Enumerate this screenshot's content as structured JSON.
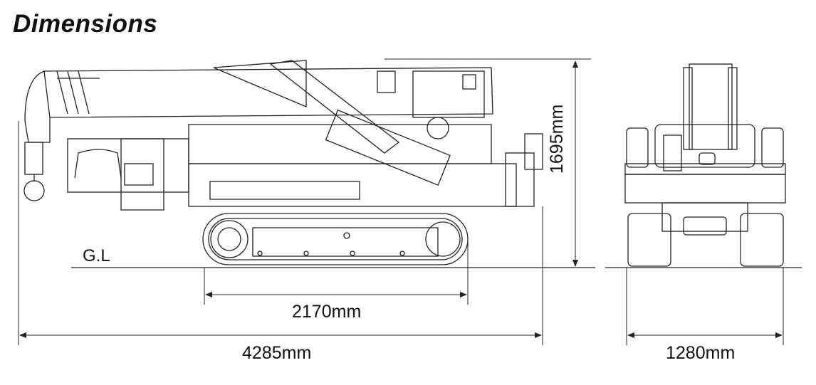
{
  "title": "Dimensions",
  "ground_label": "G.L",
  "dimensions": {
    "track_length": "2170mm",
    "overall_length": "4285mm",
    "overall_height": "1695mm",
    "overall_width": "1280mm"
  }
}
